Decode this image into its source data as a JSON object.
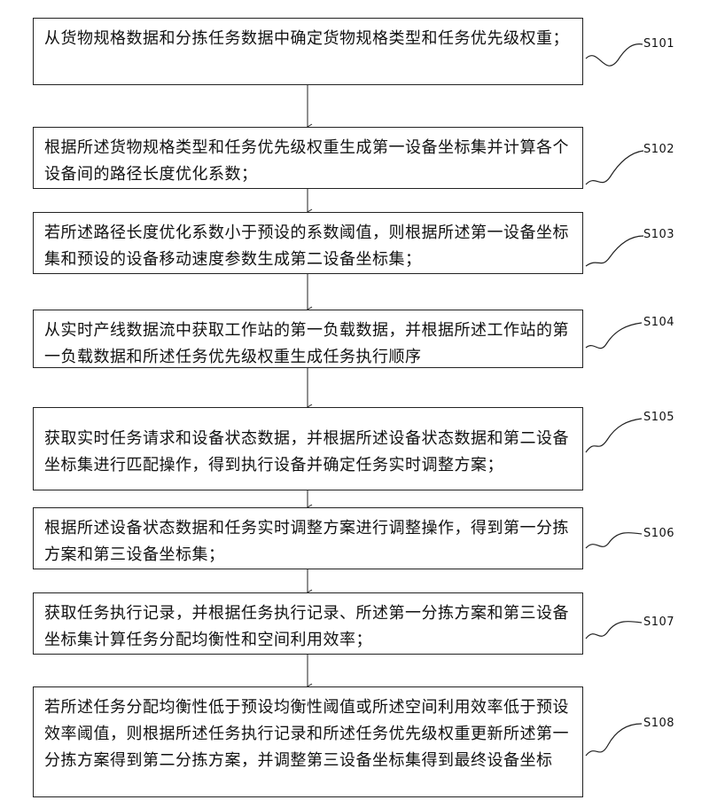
{
  "steps": [
    {
      "id": "S101",
      "text": "从货物规格数据和分拣任务数据中确定货物规格类型和任务优先级权重；"
    },
    {
      "id": "S102",
      "text": "根据所述货物规格类型和任务优先级权重生成第一设备坐标集并计算各个设备间的路径长度优化系数；"
    },
    {
      "id": "S103",
      "text": "若所述路径长度优化系数小于预设的系数阈值，则根据所述第一设备坐标集和预设的设备移动速度参数生成第二设备坐标集；"
    },
    {
      "id": "S104",
      "text": "从实时产线数据流中获取工作站的第一负载数据，并根据所述工作站的第一负载数据和所述任务优先级权重生成任务执行顺序"
    },
    {
      "id": "S105",
      "text": "获取实时任务请求和设备状态数据，并根据所述设备状态数据和第二设备坐标集进行匹配操作，得到执行设备并确定任务实时调整方案；"
    },
    {
      "id": "S106",
      "text": "根据所述设备状态数据和任务实时调整方案进行调整操作，得到第一分拣方案和第三设备坐标集；"
    },
    {
      "id": "S107",
      "text": "获取任务执行记录，并根据任务执行记录、所述第一分拣方案和第三设备坐标集计算任务分配均衡性和空间利用效率；"
    },
    {
      "id": "S108",
      "text": "若所述任务分配均衡性低于预设均衡性阈值或所述空间利用效率低于预设效率阈值，则根据所述任务执行记录和所述任务优先级权重更新所述第一分拣方案得到第二分拣方案，并调整第三设备坐标集得到最终设备坐标"
    }
  ]
}
